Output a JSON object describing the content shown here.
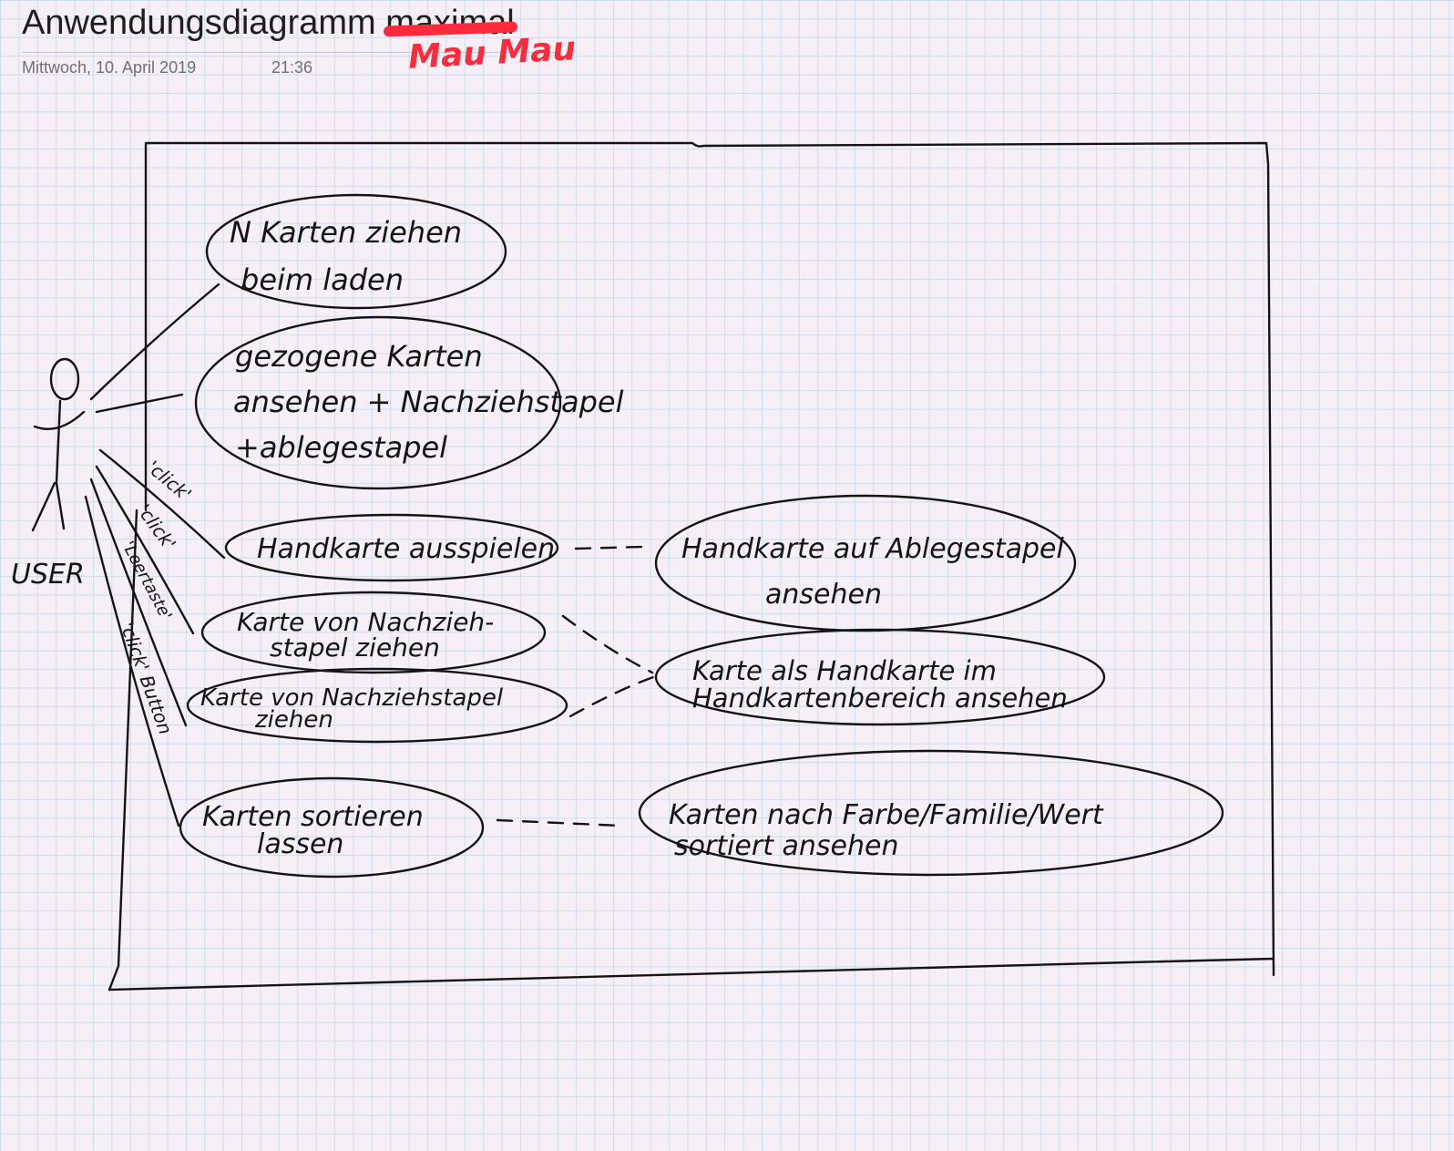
{
  "page": {
    "title_prefix": "Anwendungsdiagramm ",
    "title_struck": "maximal",
    "date": "Mittwoch, 10. April 2019",
    "time": "21:36",
    "annotation": "Mau Mau"
  },
  "diagram": {
    "actor_label": "USER",
    "use_cases": [
      {
        "lines": [
          "N Karten ziehen",
          "beim laden"
        ]
      },
      {
        "lines": [
          "gezogene Karten",
          "ansehen + Nachziehstapel",
          "+ablegestapel"
        ]
      },
      {
        "lines": [
          "Handkarte ausspielen"
        ]
      },
      {
        "lines": [
          "Karte von Nachzieh-",
          "stapel ziehen"
        ]
      },
      {
        "lines": [
          "Karte von Nachziehstapel",
          "ziehen"
        ]
      },
      {
        "lines": [
          "Karten sortieren",
          "lassen"
        ]
      }
    ],
    "results": [
      {
        "lines": [
          "Handkarte auf Ablegestapel",
          "ansehen"
        ]
      },
      {
        "lines": [
          "Karte als Handkarte im",
          "Handkartenbereich ansehen"
        ]
      },
      {
        "lines": [
          "Karten nach Farbe/Familie/Wert",
          "sortiert ansehen"
        ]
      }
    ],
    "edge_labels": [
      "'click'",
      "'click'",
      "'Leertaste'",
      "'click' Button"
    ]
  }
}
